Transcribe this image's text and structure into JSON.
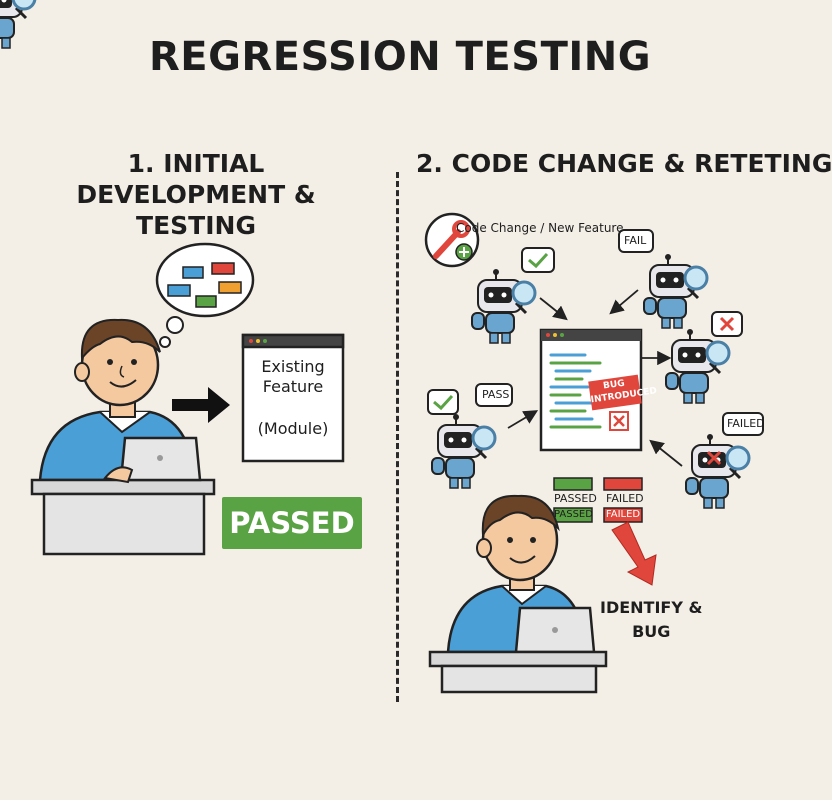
{
  "title": "REGRESSION TESTING",
  "panel1": {
    "heading": "1. INITIAL DEVELOPMENT & TESTING",
    "window": {
      "line1": "Existing",
      "line2": "Feature",
      "line3": "(Module)"
    },
    "passed_badge": "PASSED"
  },
  "panel2": {
    "heading": "2. CODE CHANGE & RETETING",
    "code_change_label": "Code Change / New Feature",
    "bubbles": {
      "fail": "FAIL",
      "pass": "PASS",
      "failed": "FAILED"
    },
    "bug_stamp": {
      "line1": "BUG",
      "line2": "INTRODUCED"
    },
    "status": {
      "passed_label": "PASSED",
      "failed_label": "FAILED",
      "passed_tag": "PASSED",
      "failed_tag": "FAILED"
    },
    "identify": {
      "line1": "IDENTIFY &",
      "line2": "BUG"
    }
  },
  "colors": {
    "background": "#f3efe6",
    "pass_green": "#5aa345",
    "fail_red": "#e0463c",
    "shirt_blue": "#4a9fd6",
    "robot_blue": "#6aa5cf"
  }
}
